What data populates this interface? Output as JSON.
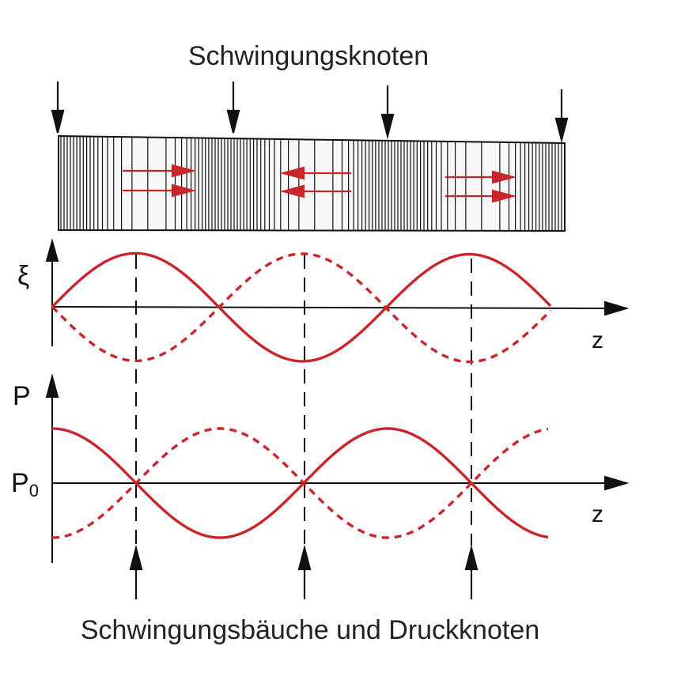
{
  "top_label": "Schwingungsknoten",
  "bottom_label": "Schwingungsbäuche und Druckknoten",
  "displacement_axis": {
    "label": "ξ",
    "z_label": "z"
  },
  "pressure_axis": {
    "label": "P",
    "baseline_label": "P",
    "baseline_subscript": "0",
    "z_label": "z"
  },
  "colors": {
    "wave": "#c8262b",
    "ink": "#111111",
    "background": "#ffffff"
  }
}
